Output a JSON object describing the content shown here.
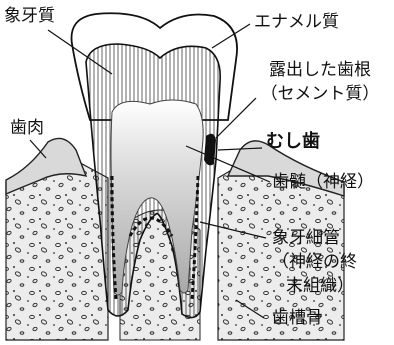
{
  "labels": {
    "dentin": "象牙質",
    "enamel": "エナメル質",
    "exposed_root_1": "露出した歯根",
    "exposed_root_2": "（セメント質）",
    "gum": "歯肉",
    "caries": "むし歯",
    "pulp": "歯髄（神経）",
    "tubules_1": "象牙細管",
    "tubules_2": "（神経の終",
    "tubules_3": "末組織）",
    "alveolar_bone": "歯槽骨"
  },
  "colors": {
    "outline": "#111111",
    "bone_fill": "#e9e9e9",
    "gum_fill": "#d4d4d4",
    "pulp_light": "#ffffff",
    "pulp_dark": "#a8a8a8",
    "caries": "#111111"
  }
}
